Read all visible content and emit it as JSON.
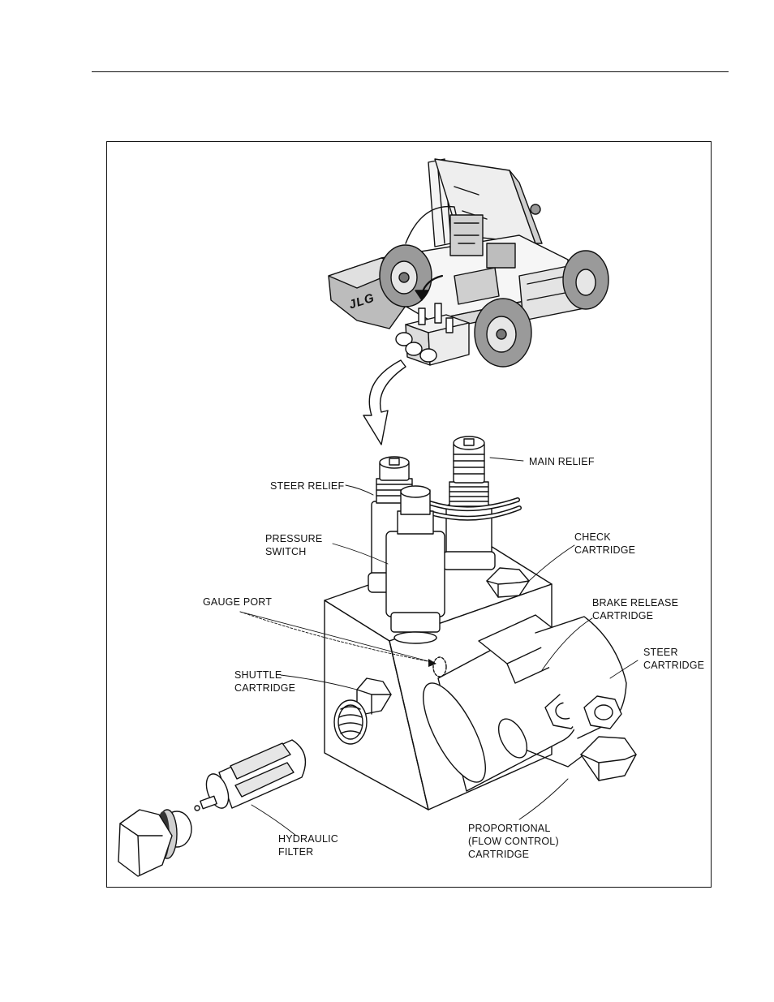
{
  "labels": {
    "main_relief": "MAIN RELIEF",
    "steer_relief": "STEER RELIEF",
    "pressure_switch": [
      "PRESSURE",
      "SWITCH"
    ],
    "check_cartridge": [
      "CHECK",
      "CARTRIDGE"
    ],
    "gauge_port": "GAUGE PORT",
    "brake_release_cartridge": [
      "BRAKE RELEASE",
      "CARTRIDGE"
    ],
    "steer_cartridge": [
      "STEER",
      "CARTRIDGE"
    ],
    "shuttle_cartridge": [
      "SHUTTLE",
      "CARTRIDGE"
    ],
    "hydraulic_filter": [
      "HYDRAULIC",
      "FILTER"
    ],
    "proportional_cartridge": [
      "PROPORTIONAL",
      "(FLOW CONTROL)",
      "CARTRIDGE"
    ]
  },
  "logo": "JLG"
}
